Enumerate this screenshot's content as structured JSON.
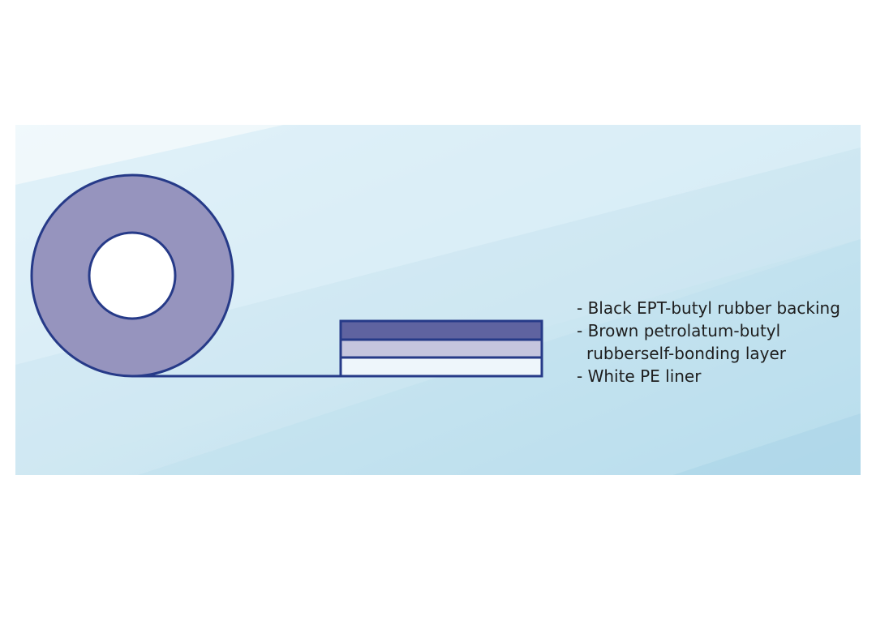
{
  "legend": {
    "line1": "- Black EPT-butyl rubber backing",
    "line2": "- Brown petrolatum-butyl",
    "line3": "rubberself-bonding layer",
    "line4": "- White PE liner"
  },
  "colors": {
    "panel_light": "#eef7fb",
    "panel_mid": "#d4ecf5",
    "panel_dark": "#b9dfee",
    "outline": "#263a88",
    "roll_fill": "#9694be",
    "backing_layer": "#5f63a0",
    "bonding_layer": "#c5c5de",
    "liner_layer": "#eef6fb",
    "core": "#ffffff"
  },
  "layers": [
    {
      "name": "Black EPT-butyl rubber backing"
    },
    {
      "name": "Brown petrolatum-butyl rubberself-bonding layer"
    },
    {
      "name": "White PE liner"
    }
  ]
}
